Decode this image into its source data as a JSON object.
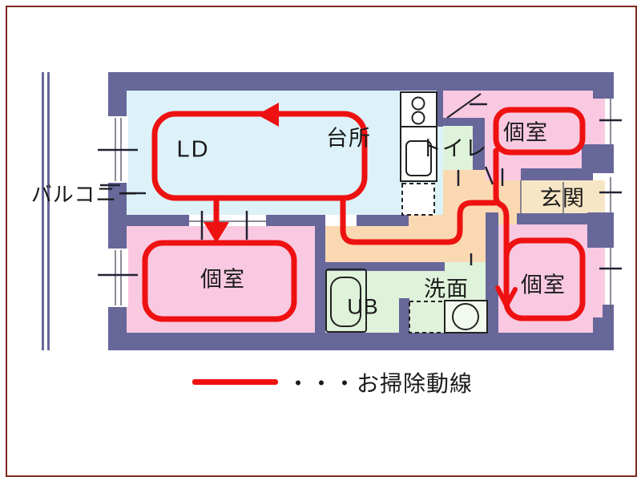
{
  "colors": {
    "wall": "#67679A",
    "balcony_line": "#67679A",
    "ld_room": "#DCF2F8",
    "bedroom": "#F9C9E1",
    "corridor": "#FAD9B2",
    "entrance": "#F7E6C5",
    "wet_area": "#DFF2DA",
    "route": "#EE1111",
    "frame": "#7D2A1D",
    "text": "#1A1A1A"
  },
  "rooms": {
    "ld": "LD",
    "kitchen": "台所",
    "toilet": "トイレ",
    "room_top_right": "個室",
    "entrance": "玄関",
    "room_bottom_left": "個室",
    "room_bottom_right": "個室",
    "unit_bath": "UB",
    "washroom": "洗面",
    "balcony": "バルコニー"
  },
  "legend": {
    "label": "・・・お掃除動線"
  }
}
